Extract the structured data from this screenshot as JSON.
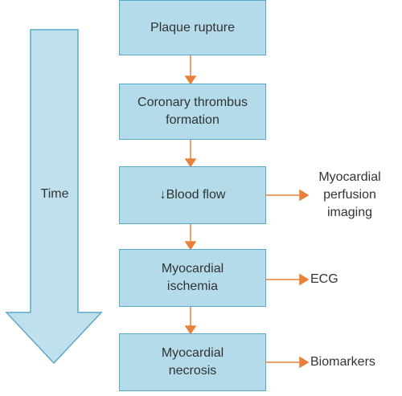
{
  "diagram": {
    "time_label": "Time",
    "steps": [
      {
        "label": "Plaque rupture"
      },
      {
        "label": "Coronary thrombus\nformation"
      },
      {
        "label": "↓Blood flow"
      },
      {
        "label": "Myocardial\nischemia"
      },
      {
        "label": "Myocardial\nnecrosis"
      }
    ],
    "outputs": [
      {
        "label": "Myocardial\nperfusion\nimaging"
      },
      {
        "label": "ECG"
      },
      {
        "label": "Biomarkers"
      }
    ]
  },
  "colors": {
    "box_fill": "#b4dbe9",
    "box_border": "#5aa9c6",
    "time_arrow_fill": "#bfe0ec",
    "time_arrow_border": "#5aa9c6",
    "connector": "#e8803a",
    "text": "#333333"
  }
}
